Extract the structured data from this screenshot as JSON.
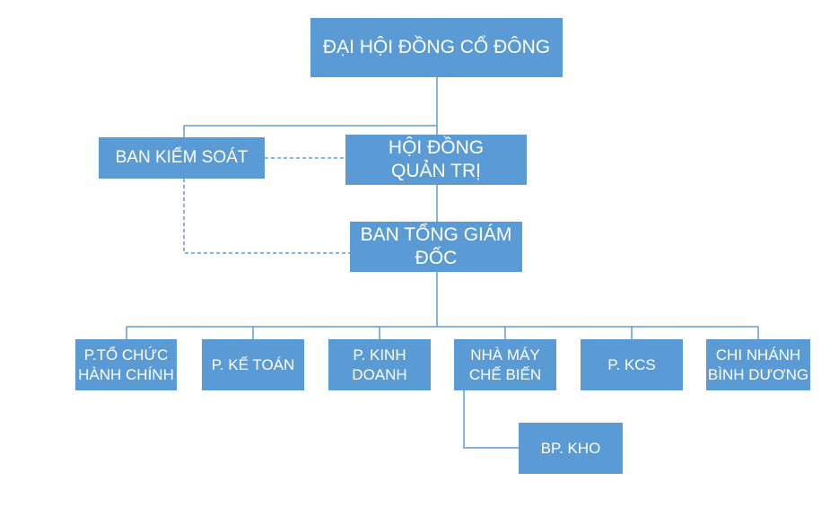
{
  "nodes": {
    "shareholders": "ĐẠI HỘI ĐỒNG CỔ ĐÔNG",
    "supervisory": "BAN KIỂM SOÁT",
    "board": "HỘI ĐỒNG QUẢN TRỊ",
    "management": "BAN TỔNG GIÁM ĐỐC",
    "departments": [
      "P.TỔ CHỨC\nHÀNH CHÍNH",
      "P. KẾ TOÁN",
      "P. KINH\nDOANH",
      "NHÀ MÁY\nCHẾ BIẾN",
      "P. KCS",
      "CHI NHÁNH\nBÌNH DƯƠNG"
    ],
    "warehouse": "BP. KHO"
  },
  "colors": {
    "box_fill": "#5b9bd5",
    "box_text": "#ffffff",
    "connector": "#5b9bd5"
  }
}
